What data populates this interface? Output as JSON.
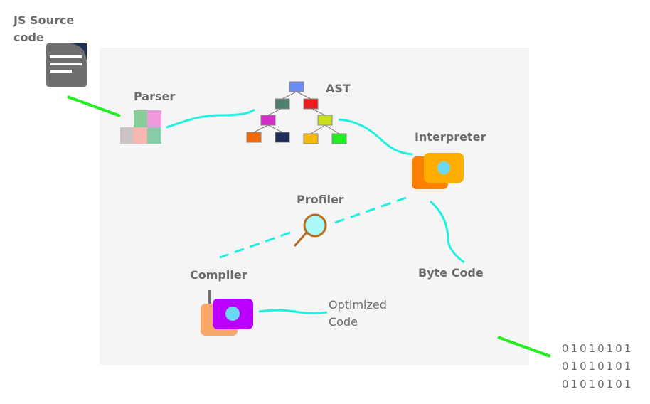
{
  "diagram": {
    "title": "JavaScript engine pipeline",
    "nodes": {
      "source": {
        "label": "JS Source\ncode",
        "line1": "JS Source",
        "line2": "code",
        "icon": "document-icon"
      },
      "parser": {
        "label": "Parser",
        "icon": "parser-blocks-icon"
      },
      "ast": {
        "label": "AST",
        "icon": "tree-icon"
      },
      "interpreter": {
        "label": "Interpreter",
        "icon": "interpreter-cards-icon"
      },
      "profiler": {
        "label": "Profiler",
        "icon": "magnifier-icon"
      },
      "compiler": {
        "label": "Compiler",
        "icon": "compiler-cards-icon"
      },
      "bytecode": {
        "label": "Byte Code"
      },
      "optimized": {
        "label": "Optimized Code",
        "line1": "Optimized",
        "line2": "Code"
      },
      "machine_code": {
        "lines": [
          "01010101",
          "01010101",
          "01010101"
        ]
      }
    },
    "edges": [
      {
        "from": "source",
        "to": "parser",
        "style": "solid",
        "color": "#22ee22"
      },
      {
        "from": "parser",
        "to": "ast",
        "style": "solid",
        "color": "#1ff0e0"
      },
      {
        "from": "ast",
        "to": "interpreter",
        "style": "solid",
        "color": "#1ff0e0"
      },
      {
        "from": "interpreter",
        "to": "bytecode",
        "style": "solid",
        "color": "#1ff0e0"
      },
      {
        "from": "interpreter",
        "to": "compiler",
        "via": "profiler",
        "style": "dashed",
        "color": "#1ff0e0"
      },
      {
        "from": "compiler",
        "to": "optimized",
        "style": "solid",
        "color": "#1ff0e0"
      },
      {
        "from": "panel",
        "to": "machine_code",
        "style": "solid",
        "color": "#22ee22"
      }
    ],
    "colors": {
      "panel": "#f5f5f5",
      "text": "#6b6b6b",
      "green_edge": "#22ee22",
      "cyan_edge": "#1ff0e0",
      "ast_nodes": [
        "#6b8cf0",
        "#4f7f6f",
        "#ee1c1c",
        "#d42ec4",
        "#c8e01c",
        "#ee6a0a",
        "#1f2f5a",
        "#f6b80a",
        "#22ee22"
      ],
      "parser_blocks": [
        "#88cc99",
        "#ee99dd",
        "#ccc4c4",
        "#f6b8b0",
        "#88ccaa"
      ],
      "interpreter_back": "#ff7f00",
      "interpreter_front": "#ffae00",
      "compiler_back": "#f8a868",
      "compiler_front": "#bb00ff",
      "lens": "#6ad8f0",
      "magnifier_ring": "#b86a20",
      "magnifier_glass": "#aaf8f8"
    }
  }
}
